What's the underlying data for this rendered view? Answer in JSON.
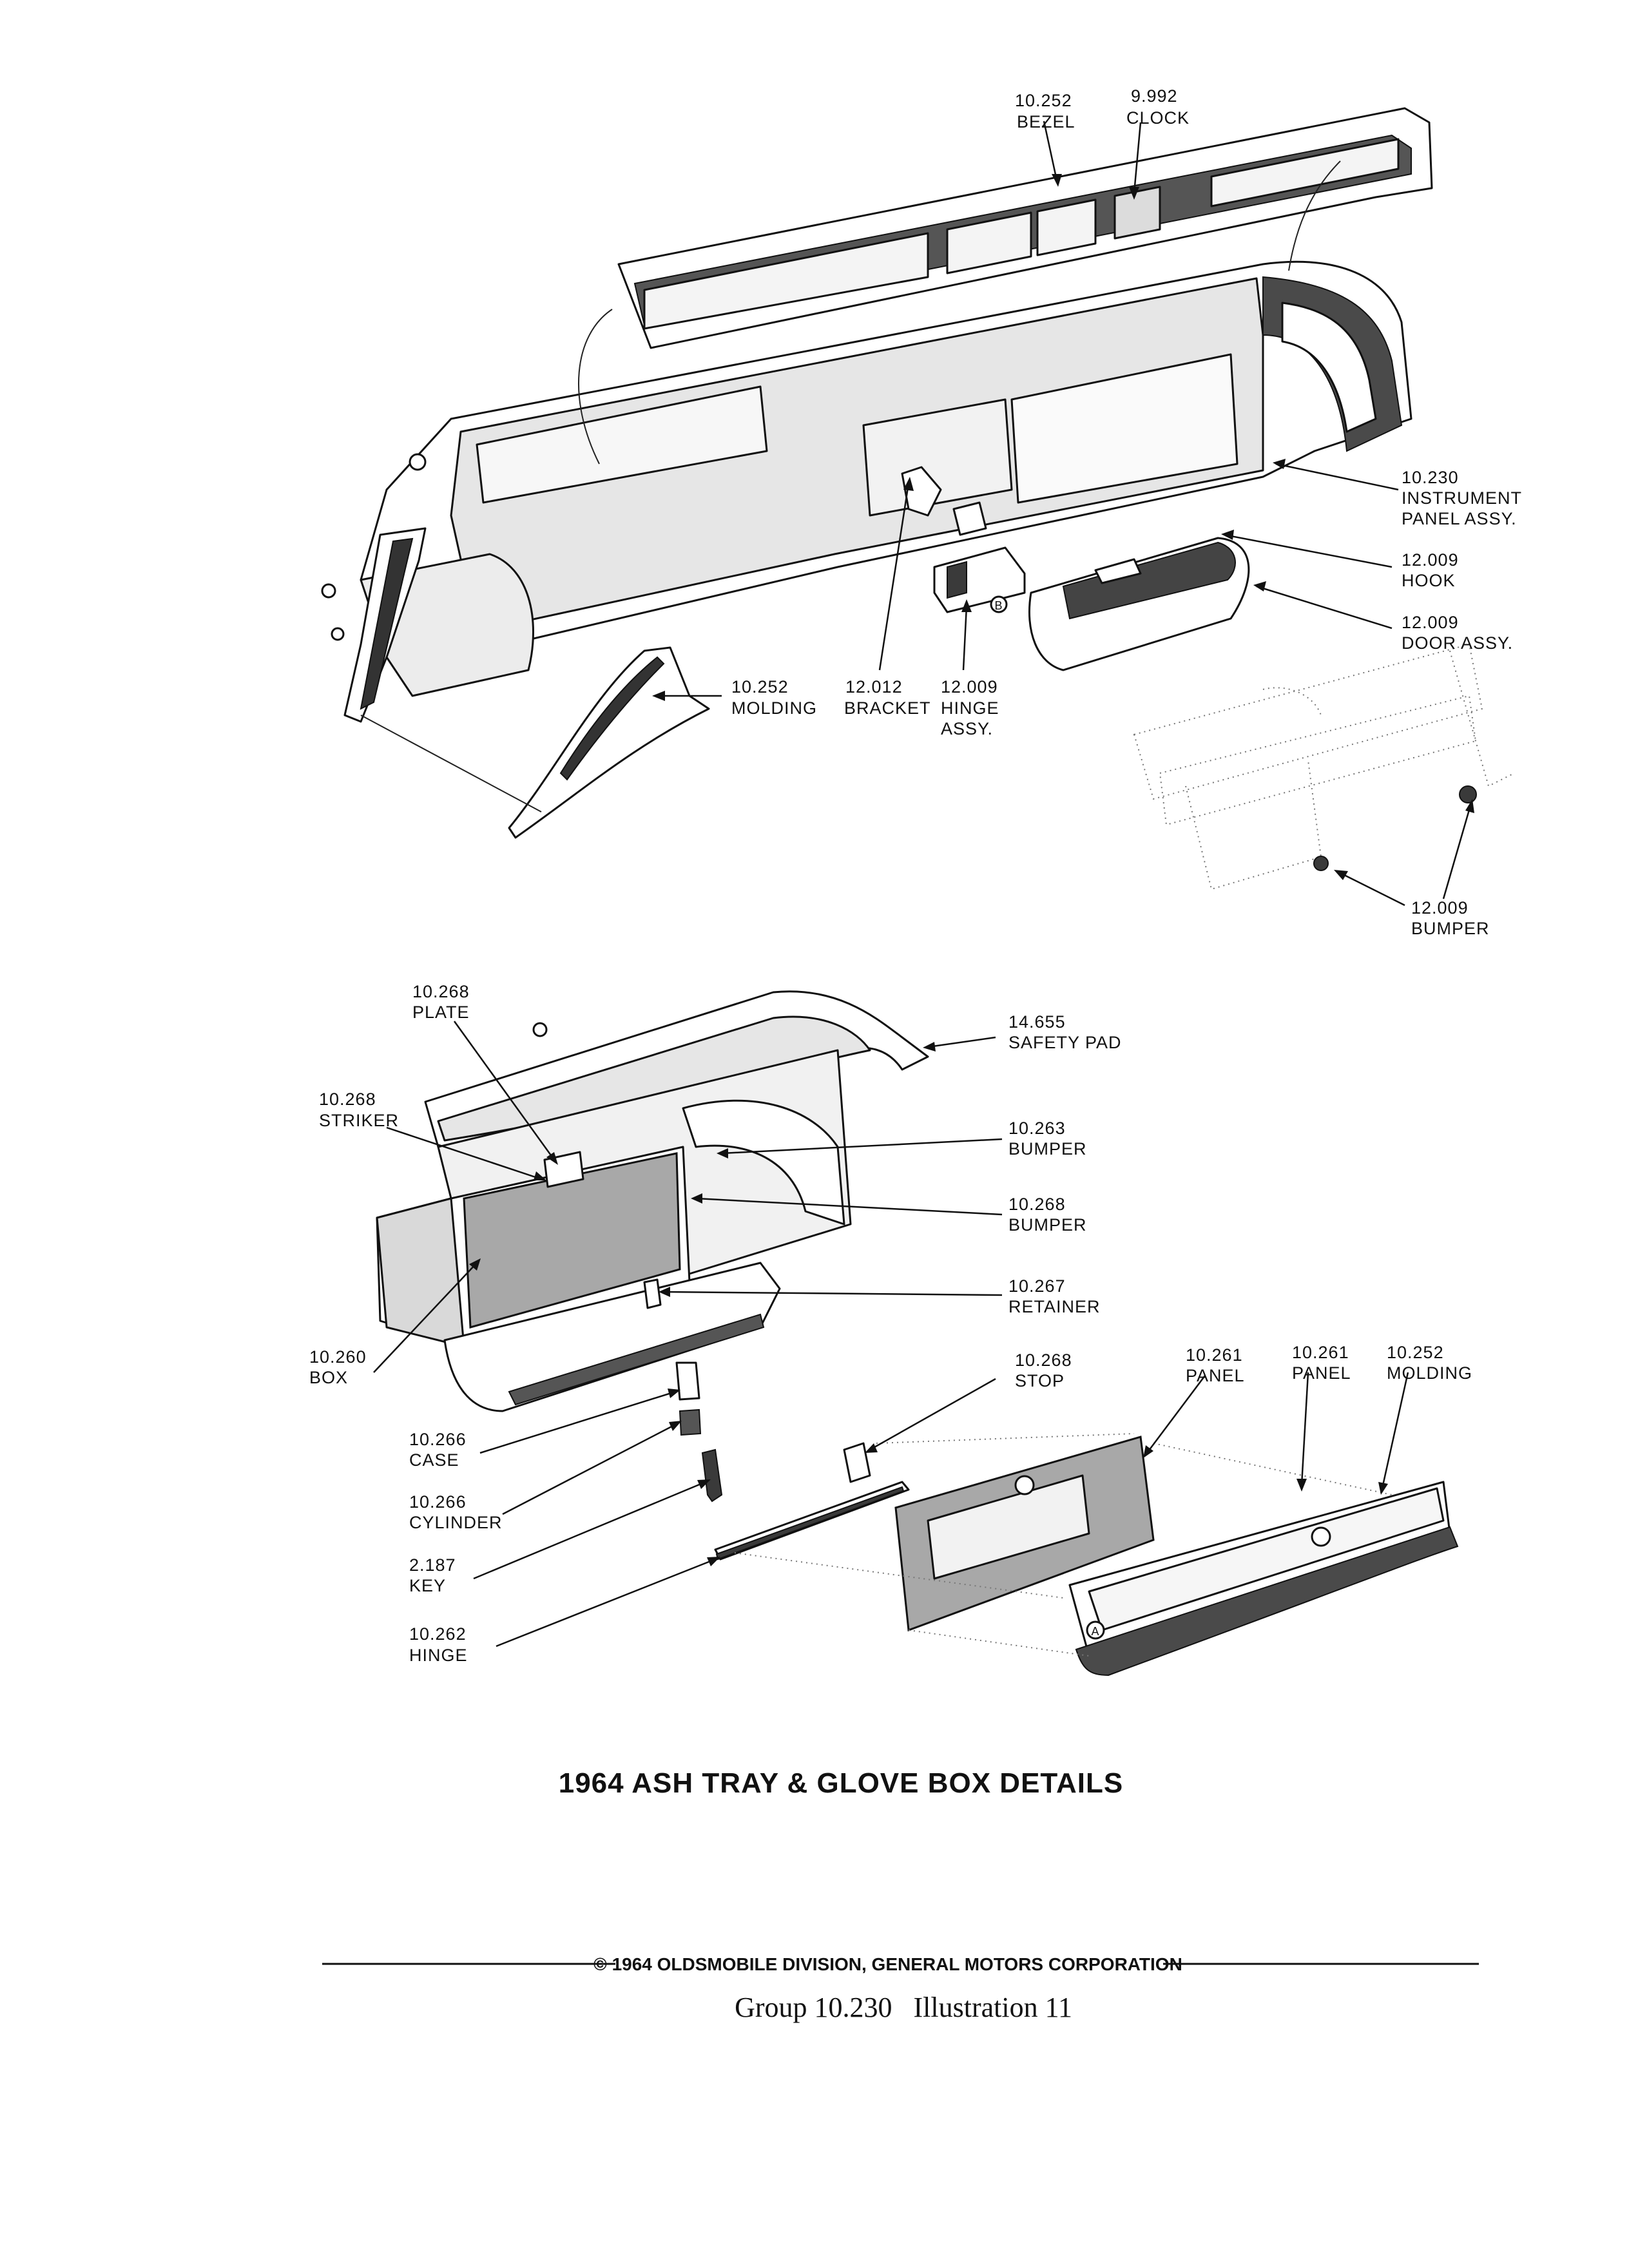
{
  "callouts_top": {
    "bezel": {
      "number": "10.252",
      "name": "BEZEL"
    },
    "clock": {
      "number": "9.992",
      "name": "CLOCK"
    },
    "instrument_panel": {
      "number": "10.230",
      "name_1": "INSTRUMENT",
      "name_2": "PANEL ASSY."
    },
    "hook": {
      "number": "12.009",
      "name": "HOOK"
    },
    "door": {
      "number": "12.009",
      "name": "DOOR ASSY."
    },
    "molding": {
      "number": "10.252",
      "name": "MOLDING"
    },
    "bracket": {
      "number": "12.012",
      "name": "BRACKET"
    },
    "hinge": {
      "number": "12.009",
      "name_1": "HINGE",
      "name_2": "ASSY."
    },
    "bumper": {
      "number": "12.009",
      "name": "BUMPER"
    }
  },
  "callouts_bottom": {
    "plate": {
      "number": "10.268",
      "name": "PLATE"
    },
    "safety_pad": {
      "number": "14.655",
      "name": "SAFETY PAD"
    },
    "striker": {
      "number": "10.268",
      "name": "STRIKER"
    },
    "bumper_263": {
      "number": "10.263",
      "name": "BUMPER"
    },
    "bumper_268": {
      "number": "10.268",
      "name": "BUMPER"
    },
    "retainer": {
      "number": "10.267",
      "name": "RETAINER"
    },
    "box": {
      "number": "10.260",
      "name": "BOX"
    },
    "stop": {
      "number": "10.268",
      "name": "STOP"
    },
    "panel_a": {
      "number": "10.261",
      "name": "PANEL"
    },
    "panel_b": {
      "number": "10.261",
      "name": "PANEL"
    },
    "molding": {
      "number": "10.252",
      "name": "MOLDING"
    },
    "case": {
      "number": "10.266",
      "name": "CASE"
    },
    "cylinder": {
      "number": "10.266",
      "name": "CYLINDER"
    },
    "key": {
      "number": "2.187",
      "name": "KEY"
    },
    "hinge": {
      "number": "10.262",
      "name": "HINGE"
    }
  },
  "markers": {
    "a": "A",
    "b": "B"
  },
  "title": "1964 ASH TRAY & GLOVE BOX DETAILS",
  "copyright": "© 1964 OLDSMOBILE DIVISION, GENERAL MOTORS CORPORATION",
  "group_line": "Group 10.230   Illustration 11"
}
